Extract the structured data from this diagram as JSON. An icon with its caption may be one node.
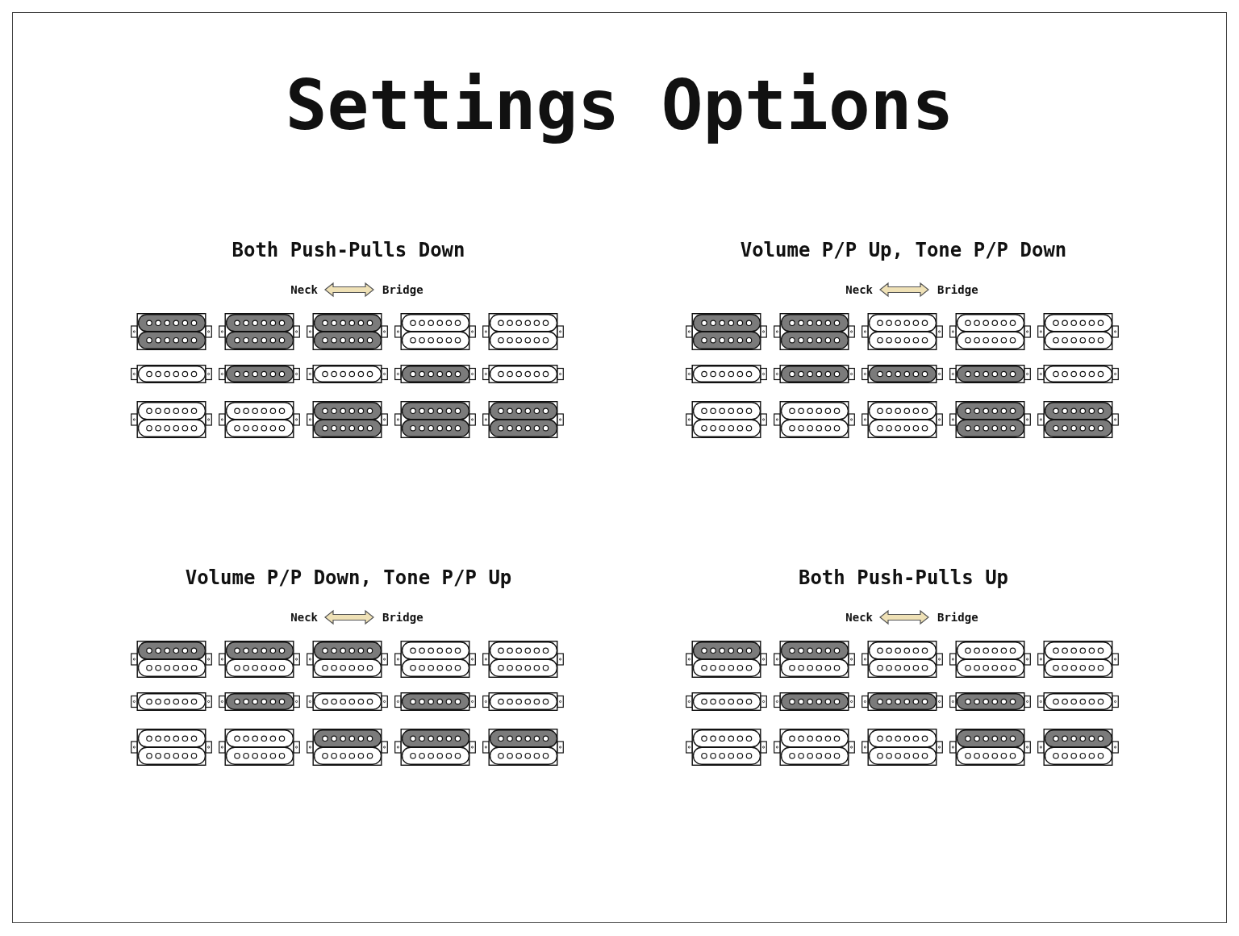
{
  "diagram": {
    "title": "Settings Options",
    "labels": [
      "Both Push-Pulls Down",
      "Neck",
      "Bridge",
      "Volume P/P Up, Tone P/P Down",
      "Neck",
      "Bridge",
      "Volume P/P Down, Tone P/P Up",
      "Neck",
      "Bridge",
      "Both Push-Pulls Up",
      "Neck",
      "Bridge"
    ]
  }
}
